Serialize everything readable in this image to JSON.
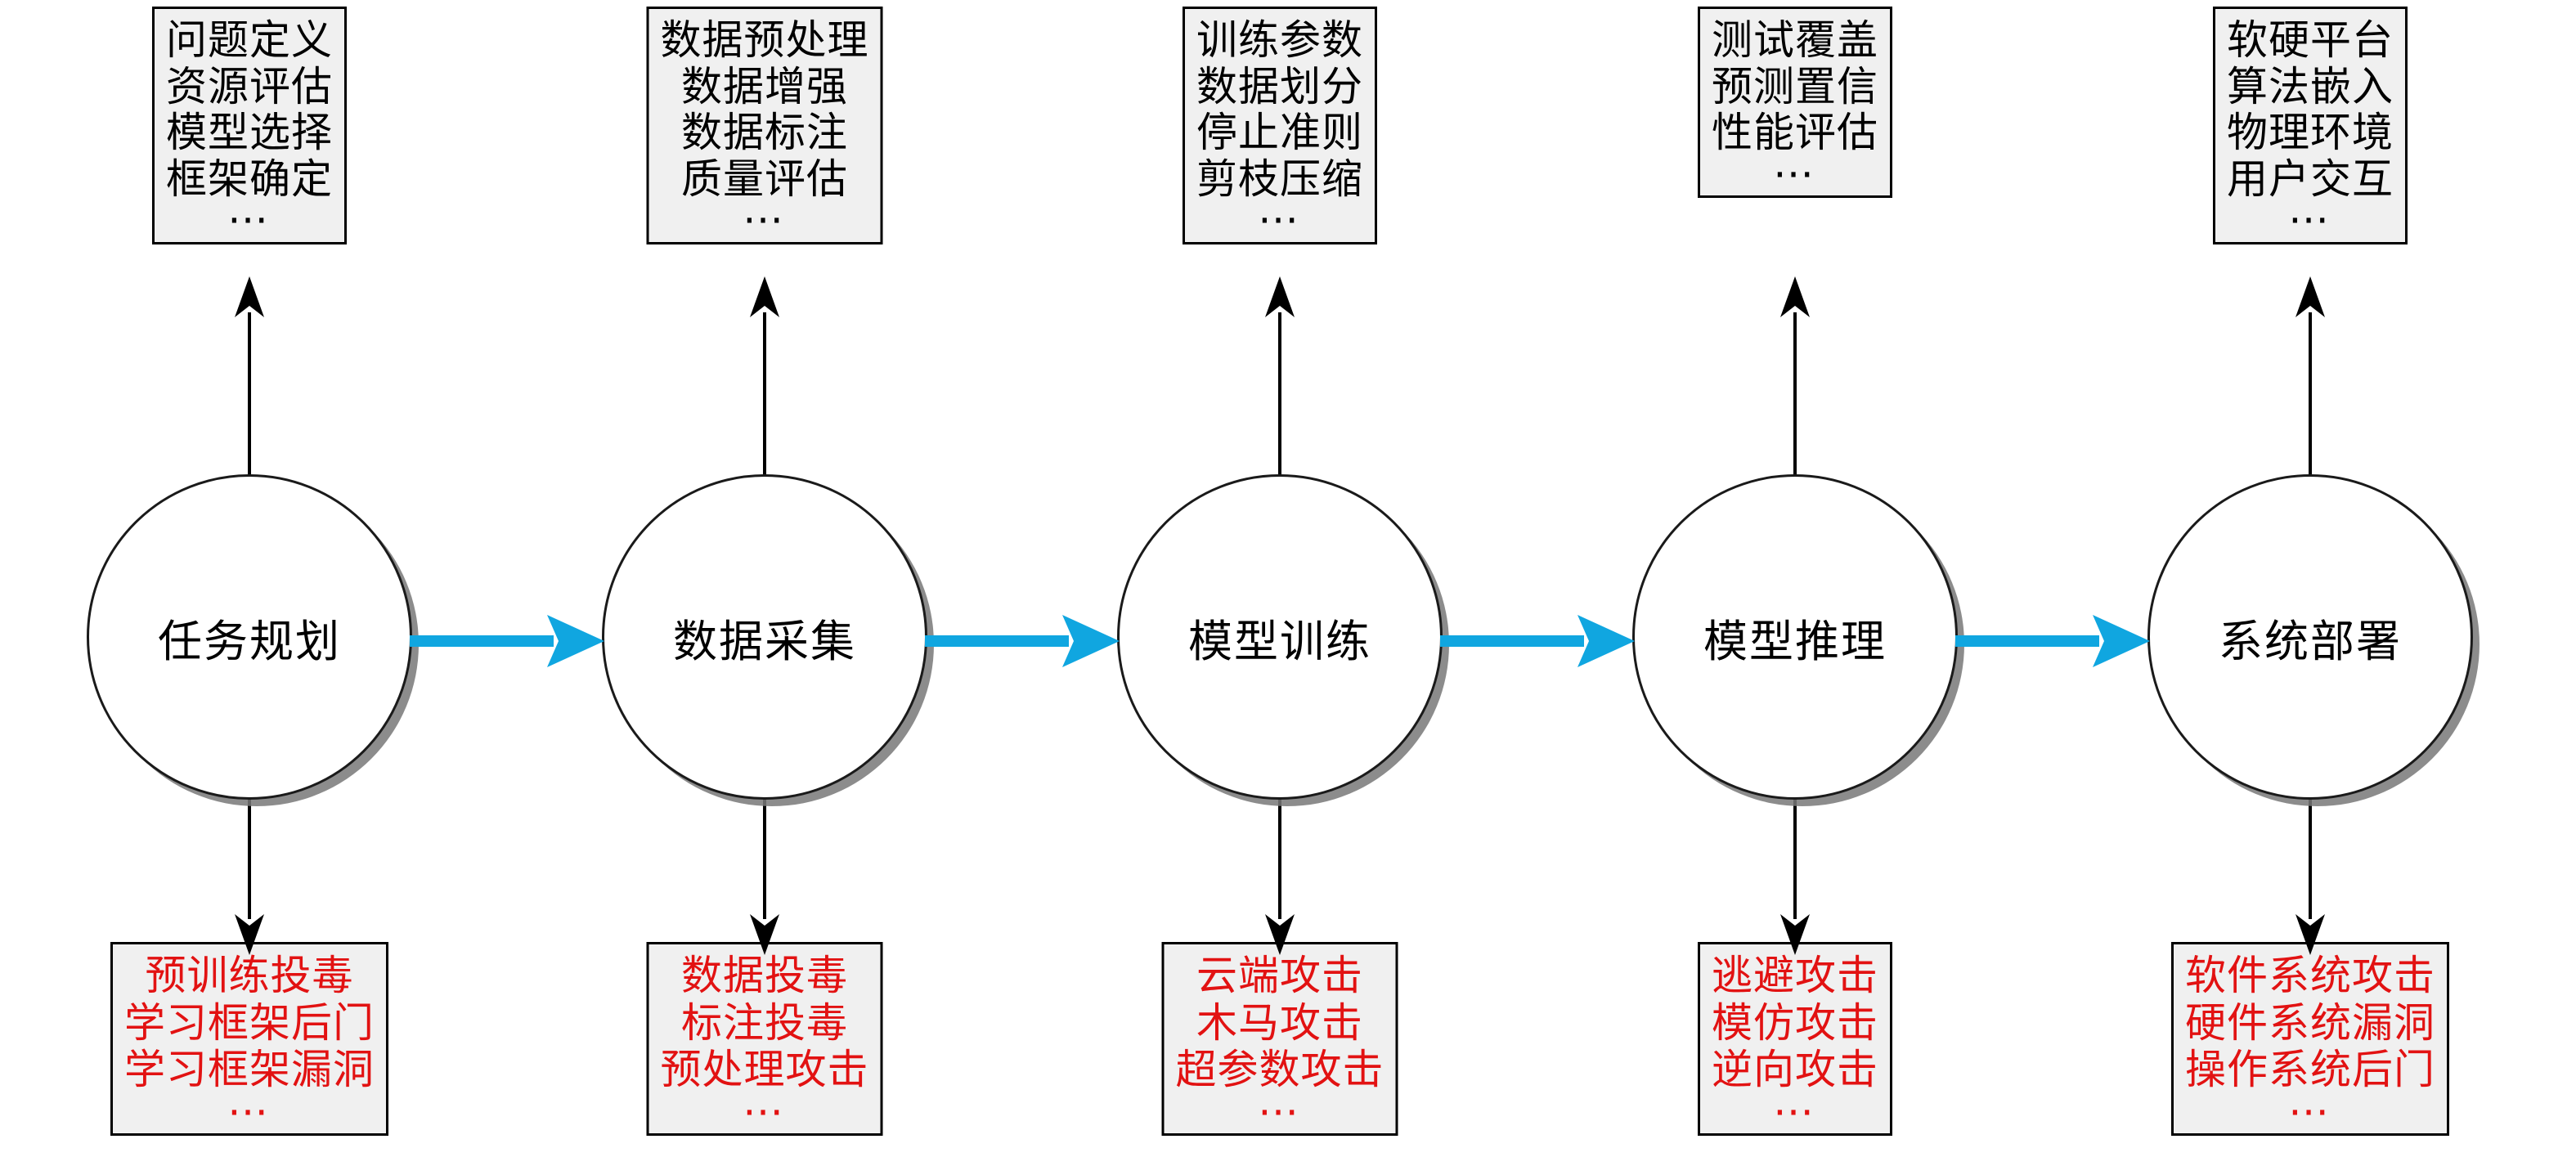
{
  "theme": {
    "flow_arrow_color": "#10a6e0",
    "threat_text_color": "#e21212",
    "box_fill": "#f0f0f0",
    "box_border": "#000000",
    "connector_color": "#000000",
    "circle_fill": "#ffffff",
    "circle_border": "#1a1a1a",
    "shadow_color": "#787878"
  },
  "stages": [
    {
      "id": "task-planning",
      "name": "任务规划",
      "tasks": [
        "问题定义",
        "资源评估",
        "模型选择",
        "框架确定"
      ],
      "tasks_more": "⋯",
      "threats": [
        "预训练投毒",
        "学习框架后门",
        "学习框架漏洞"
      ],
      "threats_more": "⋯"
    },
    {
      "id": "data-collection",
      "name": "数据采集",
      "tasks": [
        "数据预处理",
        "数据增强",
        "数据标注",
        "质量评估"
      ],
      "tasks_more": "⋯",
      "threats": [
        "数据投毒",
        "标注投毒",
        "预处理攻击"
      ],
      "threats_more": "⋯"
    },
    {
      "id": "model-training",
      "name": "模型训练",
      "tasks": [
        "训练参数",
        "数据划分",
        "停止准则",
        "剪枝压缩"
      ],
      "tasks_more": "⋯",
      "threats": [
        "云端攻击",
        "木马攻击",
        "超参数攻击"
      ],
      "threats_more": "⋯"
    },
    {
      "id": "model-inference",
      "name": "模型推理",
      "tasks": [
        "测试覆盖",
        "预测置信",
        "性能评估"
      ],
      "tasks_more": "⋯",
      "threats": [
        "逃避攻击",
        "模仿攻击",
        "逆向攻击"
      ],
      "threats_more": "⋯"
    },
    {
      "id": "system-deployment",
      "name": "系统部署",
      "tasks": [
        "软硬平台",
        "算法嵌入",
        "物理环境",
        "用户交互"
      ],
      "tasks_more": "⋯",
      "threats": [
        "软件系统攻击",
        "硬件系统漏洞",
        "操作系统后门"
      ],
      "threats_more": "⋯"
    }
  ],
  "flow_arrows": [
    {
      "from": "任务规划",
      "to": "数据采集"
    },
    {
      "from": "数据采集",
      "to": "模型训练"
    },
    {
      "from": "模型训练",
      "to": "模型推理"
    },
    {
      "from": "模型推理",
      "to": "系统部署"
    }
  ]
}
